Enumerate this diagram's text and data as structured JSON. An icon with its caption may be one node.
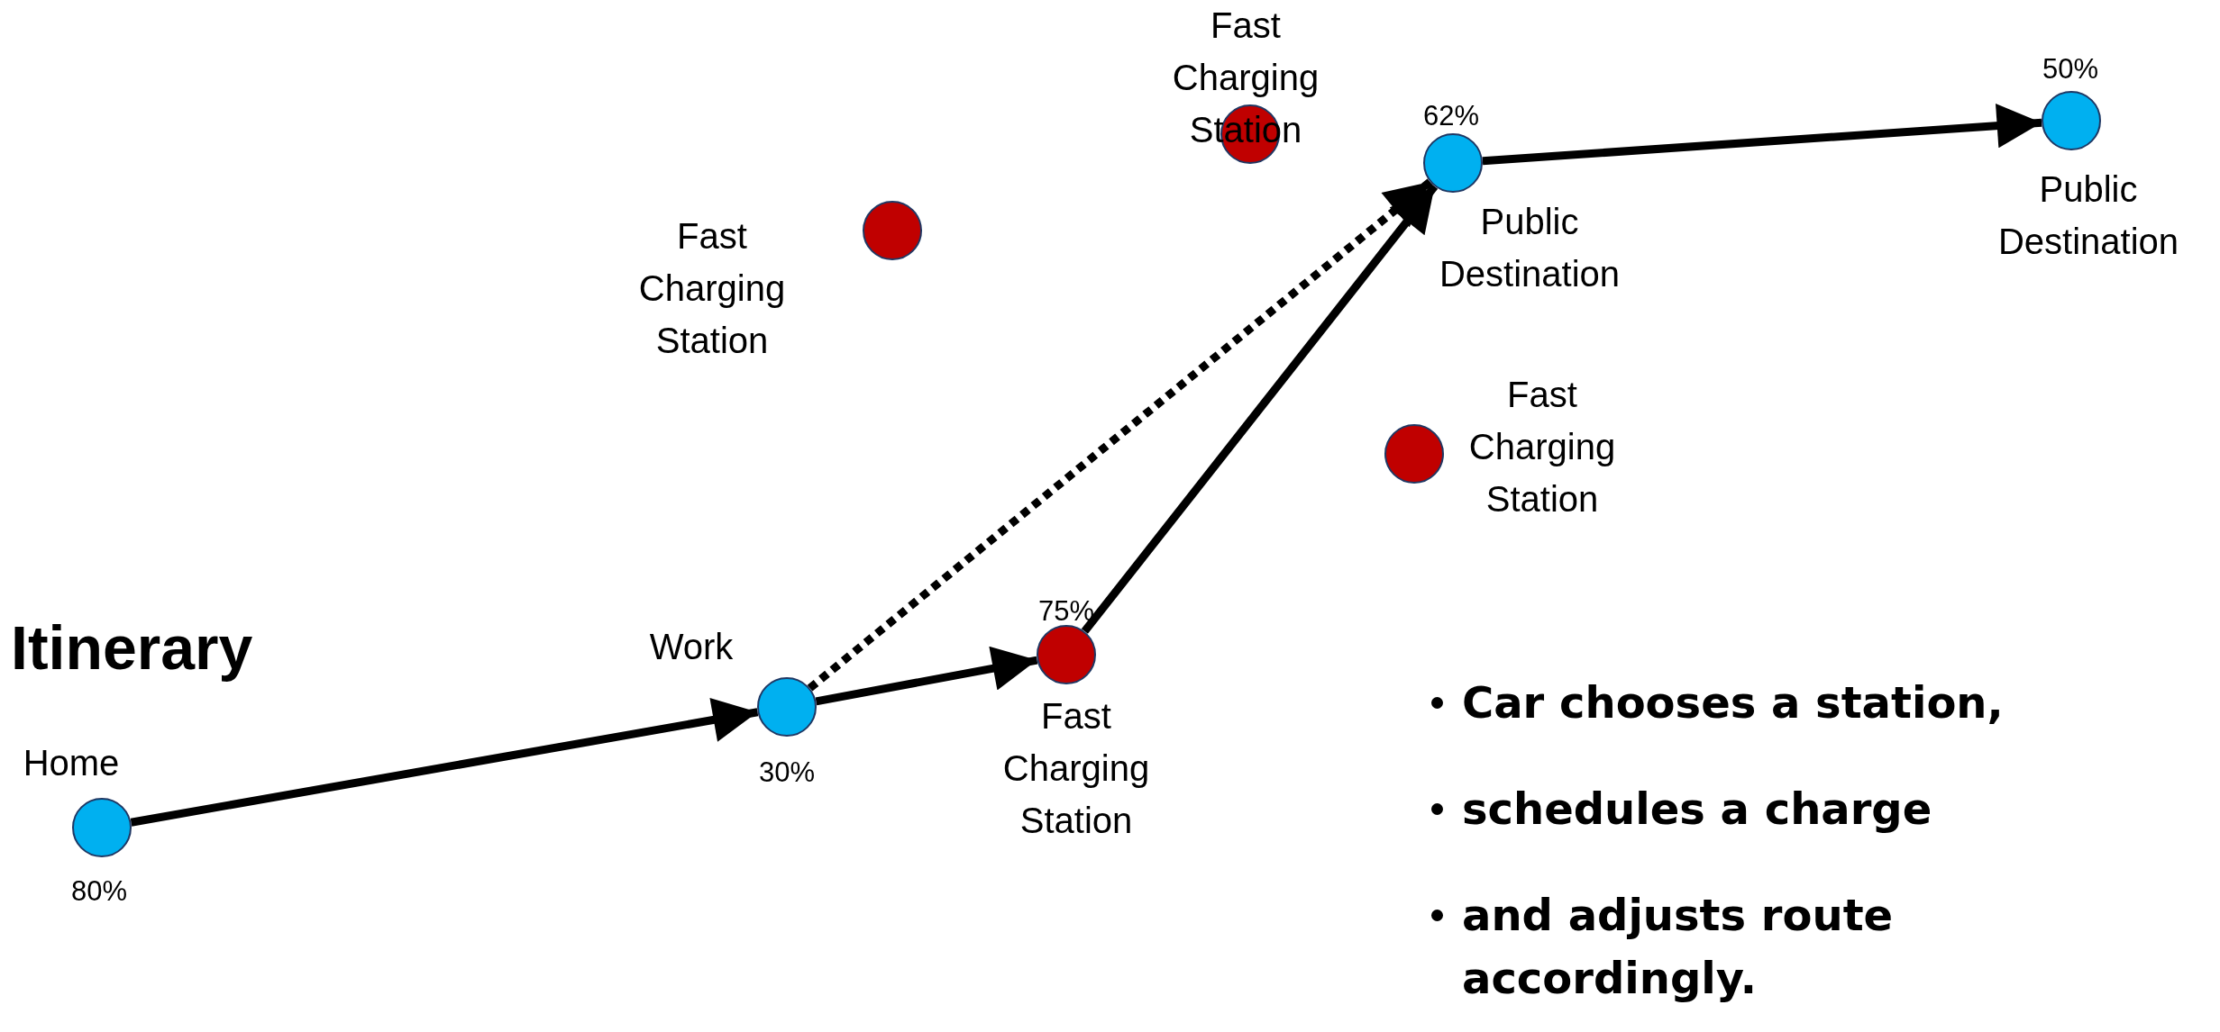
{
  "diagram": {
    "title": "Itinerary",
    "nodes": [
      {
        "text": [
          "Home"
        ],
        "beside": [
          "80%"
        ]
      },
      {
        "text": [
          "Work"
        ],
        "beside": [
          "30%"
        ]
      },
      {
        "text": [
          "Fast Charging Station"
        ],
        "beside": [
          "75%"
        ]
      },
      {
        "text": [
          "Fast Charging Station"
        ]
      },
      {
        "text": [
          "Fast Charging Station"
        ]
      },
      {
        "text": [
          "Public Destination"
        ],
        "beside": [
          "62%"
        ]
      },
      {
        "text": [
          "Fast Charging Station"
        ]
      },
      {
        "text": [
          "Public Destination"
        ],
        "beside": [
          "50%"
        ]
      }
    ],
    "edges": [
      {
        "from": 0,
        "to": 1,
        "arrow": "to"
      },
      {
        "from": 1,
        "to": 2,
        "arrow": "to"
      },
      {
        "from": 2,
        "to": 5,
        "arrow": "to"
      },
      {
        "from": 1,
        "to": 5,
        "arrow": "to",
        "style": "dashed"
      },
      {
        "from": 5,
        "to": 7,
        "arrow": "to"
      }
    ],
    "labels": [
      "Car chooses a station,",
      "schedules a charge",
      "and adjusts route accordingly."
    ]
  }
}
